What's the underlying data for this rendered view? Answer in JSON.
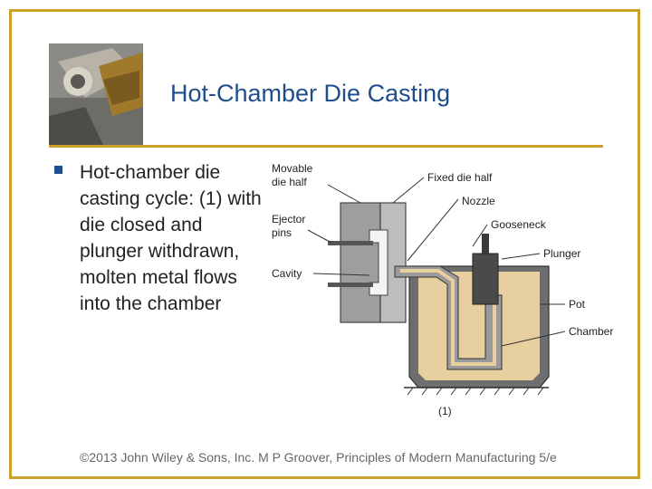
{
  "slide": {
    "title": "Hot-Chamber Die Casting",
    "bullet": "Hot‑chamber die casting cycle: (1) with die closed and plunger withdrawn, molten metal flows into the chamber",
    "footer": "©2013 John Wiley & Sons, Inc.  M P Groover, Principles of Modern Manufacturing 5/e"
  },
  "diagram": {
    "labels": {
      "movable_die_half": [
        "Movable",
        "die half"
      ],
      "fixed_die_half": "Fixed die half",
      "nozzle": "Nozzle",
      "ejector_pins": [
        "Ejector",
        "pins"
      ],
      "gooseneck": "Gooseneck",
      "plunger": "Plunger",
      "cavity": "Cavity",
      "pot": "Pot",
      "chamber": "Chamber",
      "step": "(1)"
    }
  },
  "colors": {
    "accent": "#c9a227",
    "title": "#1f4e8c",
    "molten_metal": "#e8cfa0"
  }
}
